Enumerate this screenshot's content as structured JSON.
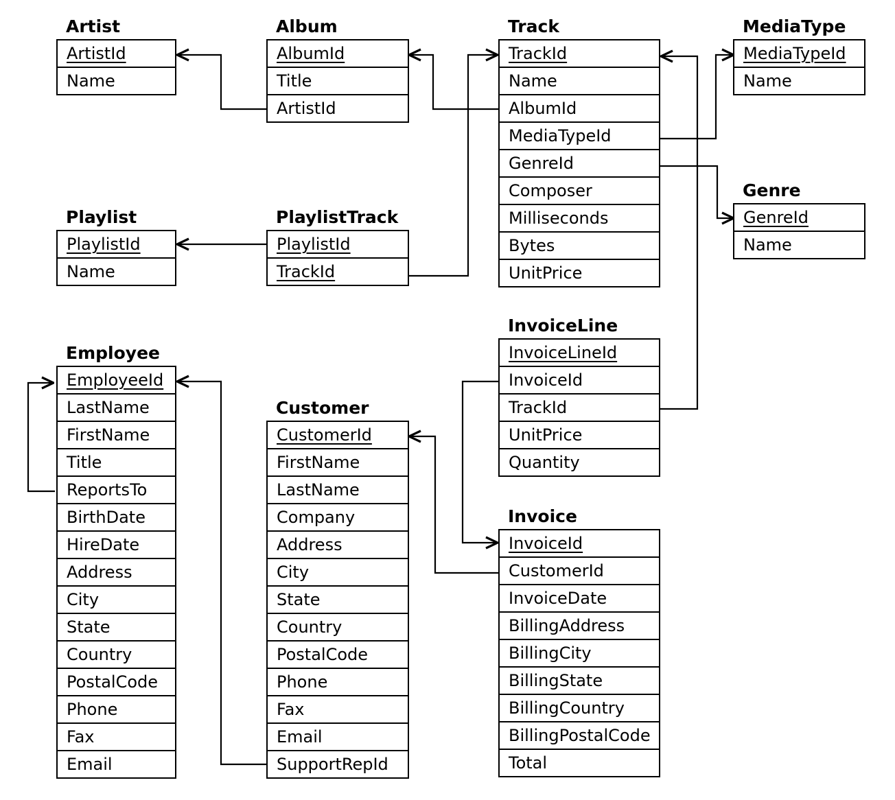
{
  "entities": {
    "artist": {
      "title": "Artist",
      "fields": [
        "ArtistId",
        "Name"
      ]
    },
    "album": {
      "title": "Album",
      "fields": [
        "AlbumId",
        "Title",
        "ArtistId"
      ]
    },
    "track": {
      "title": "Track",
      "fields": [
        "TrackId",
        "Name",
        "AlbumId",
        "MediaTypeId",
        "GenreId",
        "Composer",
        "Milliseconds",
        "Bytes",
        "UnitPrice"
      ]
    },
    "mediatype": {
      "title": "MediaType",
      "fields": [
        "MediaTypeId",
        "Name"
      ]
    },
    "genre": {
      "title": "Genre",
      "fields": [
        "GenreId",
        "Name"
      ]
    },
    "playlist": {
      "title": "Playlist",
      "fields": [
        "PlaylistId",
        "Name"
      ]
    },
    "playlisttrack": {
      "title": "PlaylistTrack",
      "fields": [
        "PlaylistId",
        "TrackId"
      ]
    },
    "invoiceline": {
      "title": "InvoiceLine",
      "fields": [
        "InvoiceLineId",
        "InvoiceId",
        "TrackId",
        "UnitPrice",
        "Quantity"
      ]
    },
    "employee": {
      "title": "Employee",
      "fields": [
        "EmployeeId",
        "LastName",
        "FirstName",
        "Title",
        "ReportsTo",
        "BirthDate",
        "HireDate",
        "Address",
        "City",
        "State",
        "Country",
        "PostalCode",
        "Phone",
        "Fax",
        "Email"
      ]
    },
    "customer": {
      "title": "Customer",
      "fields": [
        "CustomerId",
        "FirstName",
        "LastName",
        "Company",
        "Address",
        "City",
        "State",
        "Country",
        "PostalCode",
        "Phone",
        "Fax",
        "Email",
        "SupportRepId"
      ]
    },
    "invoice": {
      "title": "Invoice",
      "fields": [
        "InvoiceId",
        "CustomerId",
        "InvoiceDate",
        "BillingAddress",
        "BillingCity",
        "BillingState",
        "BillingCountry",
        "BillingPostalCode",
        "Total"
      ]
    }
  },
  "primary_keys": {
    "artist": [
      0
    ],
    "album": [
      0
    ],
    "track": [
      0
    ],
    "mediatype": [
      0
    ],
    "genre": [
      0
    ],
    "playlist": [
      0
    ],
    "playlisttrack": [
      0,
      1
    ],
    "invoiceline": [
      0
    ],
    "employee": [
      0
    ],
    "customer": [
      0
    ],
    "invoice": [
      0
    ]
  },
  "relationships": [
    {
      "from": "album.ArtistId",
      "to": "artist.ArtistId"
    },
    {
      "from": "track.AlbumId",
      "to": "album.AlbumId"
    },
    {
      "from": "track.MediaTypeId",
      "to": "mediatype.MediaTypeId"
    },
    {
      "from": "track.GenreId",
      "to": "genre.GenreId"
    },
    {
      "from": "playlisttrack.PlaylistId",
      "to": "playlist.PlaylistId"
    },
    {
      "from": "playlisttrack.TrackId",
      "to": "track.TrackId"
    },
    {
      "from": "invoiceline.TrackId",
      "to": "track.TrackId"
    },
    {
      "from": "invoiceline.InvoiceId",
      "to": "invoice.InvoiceId"
    },
    {
      "from": "invoice.CustomerId",
      "to": "customer.CustomerId"
    },
    {
      "from": "customer.SupportRepId",
      "to": "employee.EmployeeId"
    },
    {
      "from": "employee.ReportsTo",
      "to": "employee.EmployeeId"
    }
  ],
  "colors": {
    "line": "#000000",
    "background": "#ffffff"
  }
}
